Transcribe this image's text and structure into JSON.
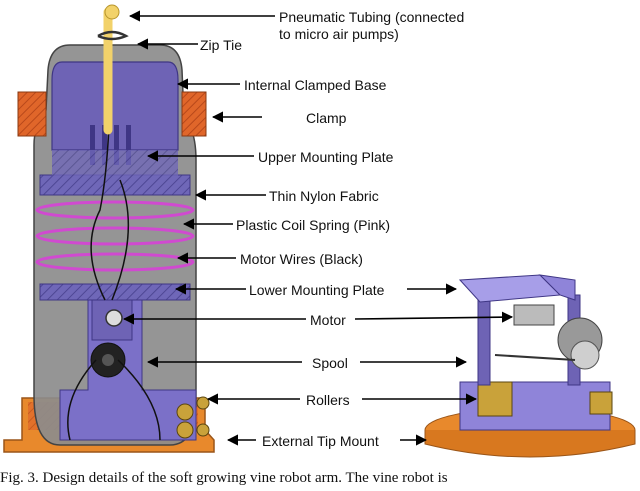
{
  "labels": {
    "pneumatic_tubing_line1": "Pneumatic Tubing (connected",
    "pneumatic_tubing_line2": "to micro air pumps)",
    "zip_tie": "Zip Tie",
    "internal_clamped_base": "Internal Clamped Base",
    "clamp": "Clamp",
    "upper_mounting_plate": "Upper Mounting Plate",
    "thin_nylon_fabric": "Thin Nylon Fabric",
    "plastic_coil_spring": "Plastic Coil Spring (Pink)",
    "motor_wires": "Motor Wires (Black)",
    "lower_mounting_plate": "Lower Mounting Plate",
    "motor": "Motor",
    "spool": "Spool",
    "rollers": "Rollers",
    "external_tip_mount": "External Tip Mount"
  },
  "caption": "Fig. 3.   Design details of the soft growing vine robot arm. The vine robot is",
  "colors": {
    "fabric_gray": "#8c8c8c",
    "mount_purple": "#7b70c8",
    "spring_pink": "#d04ad0",
    "clamp_orange": "#e0662a",
    "tip_mount_orange": "#e8892c",
    "tubing_yellow": "#f2d26a",
    "roller_gold": "#c9a23a"
  }
}
